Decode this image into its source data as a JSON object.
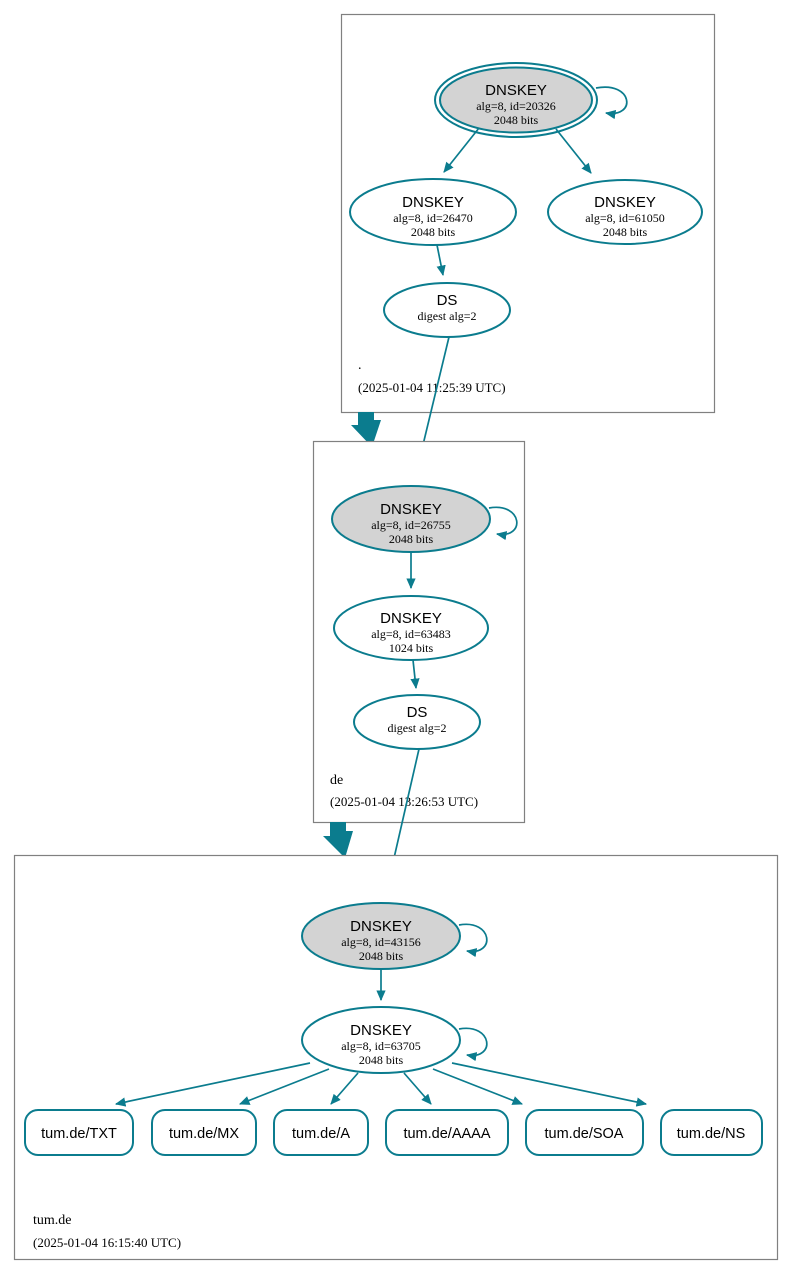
{
  "diagram": {
    "title": "DNSSEC authentication chain for tum.de",
    "colors": {
      "edge": "#0b7c8e",
      "node_stroke": "#0b7c8e",
      "secure_key_fill": "#d3d3d3",
      "plain_fill": "#ffffff",
      "zone_border": "#808080",
      "background": "#ffffff"
    }
  },
  "zones": [
    {
      "id": "root",
      "name": ".",
      "timestamp": "(2025-01-04 11:25:39 UTC)",
      "nodes": [
        {
          "id": "root-ksk",
          "type": "DNSKEY",
          "title": "DNSKEY",
          "line2": "alg=8, id=20326",
          "line3": "2048 bits",
          "alg": 8,
          "key_id": 20326,
          "bits": 2048,
          "role": "key-signing-key",
          "trust_anchor": true,
          "fill": "#d3d3d3",
          "self_signed": true
        },
        {
          "id": "root-zsk-26470",
          "type": "DNSKEY",
          "title": "DNSKEY",
          "line2": "alg=8, id=26470",
          "line3": "2048 bits",
          "alg": 8,
          "key_id": 26470,
          "bits": 2048,
          "role": "zone-signing-key",
          "trust_anchor": false,
          "fill": "#ffffff",
          "self_signed": false
        },
        {
          "id": "root-zsk-61050",
          "type": "DNSKEY",
          "title": "DNSKEY",
          "line2": "alg=8, id=61050",
          "line3": "2048 bits",
          "alg": 8,
          "key_id": 61050,
          "bits": 2048,
          "role": "zone-signing-key",
          "trust_anchor": false,
          "fill": "#ffffff",
          "self_signed": false
        },
        {
          "id": "root-ds",
          "type": "DS",
          "title": "DS",
          "line2": "digest alg=2",
          "line3": "",
          "digest_alg": 2,
          "role": "delegation-signer",
          "fill": "#ffffff"
        }
      ]
    },
    {
      "id": "de",
      "name": "de",
      "timestamp": "(2025-01-04 13:26:53 UTC)",
      "nodes": [
        {
          "id": "de-ksk",
          "type": "DNSKEY",
          "title": "DNSKEY",
          "line2": "alg=8, id=26755",
          "line3": "2048 bits",
          "alg": 8,
          "key_id": 26755,
          "bits": 2048,
          "role": "key-signing-key",
          "trust_anchor": false,
          "fill": "#d3d3d3",
          "self_signed": true
        },
        {
          "id": "de-zsk",
          "type": "DNSKEY",
          "title": "DNSKEY",
          "line2": "alg=8, id=63483",
          "line3": "1024 bits",
          "alg": 8,
          "key_id": 63483,
          "bits": 1024,
          "role": "zone-signing-key",
          "trust_anchor": false,
          "fill": "#ffffff",
          "self_signed": false
        },
        {
          "id": "de-ds",
          "type": "DS",
          "title": "DS",
          "line2": "digest alg=2",
          "line3": "",
          "digest_alg": 2,
          "role": "delegation-signer",
          "fill": "#ffffff"
        }
      ]
    },
    {
      "id": "tumde",
      "name": "tum.de",
      "timestamp": "(2025-01-04 16:15:40 UTC)",
      "nodes": [
        {
          "id": "tumde-ksk",
          "type": "DNSKEY",
          "title": "DNSKEY",
          "line2": "alg=8, id=43156",
          "line3": "2048 bits",
          "alg": 8,
          "key_id": 43156,
          "bits": 2048,
          "role": "key-signing-key",
          "trust_anchor": false,
          "fill": "#d3d3d3",
          "self_signed": true
        },
        {
          "id": "tumde-zsk",
          "type": "DNSKEY",
          "title": "DNSKEY",
          "line2": "alg=8, id=63705",
          "line3": "2048 bits",
          "alg": 8,
          "key_id": 63705,
          "bits": 2048,
          "role": "zone-signing-key",
          "trust_anchor": false,
          "fill": "#ffffff",
          "self_signed": true
        }
      ],
      "rrsets": [
        {
          "id": "rr-txt",
          "label": "tum.de/TXT"
        },
        {
          "id": "rr-mx",
          "label": "tum.de/MX"
        },
        {
          "id": "rr-a",
          "label": "tum.de/A"
        },
        {
          "id": "rr-aaaa",
          "label": "tum.de/AAAA"
        },
        {
          "id": "rr-soa",
          "label": "tum.de/SOA"
        },
        {
          "id": "rr-ns",
          "label": "tum.de/NS"
        }
      ]
    }
  ]
}
